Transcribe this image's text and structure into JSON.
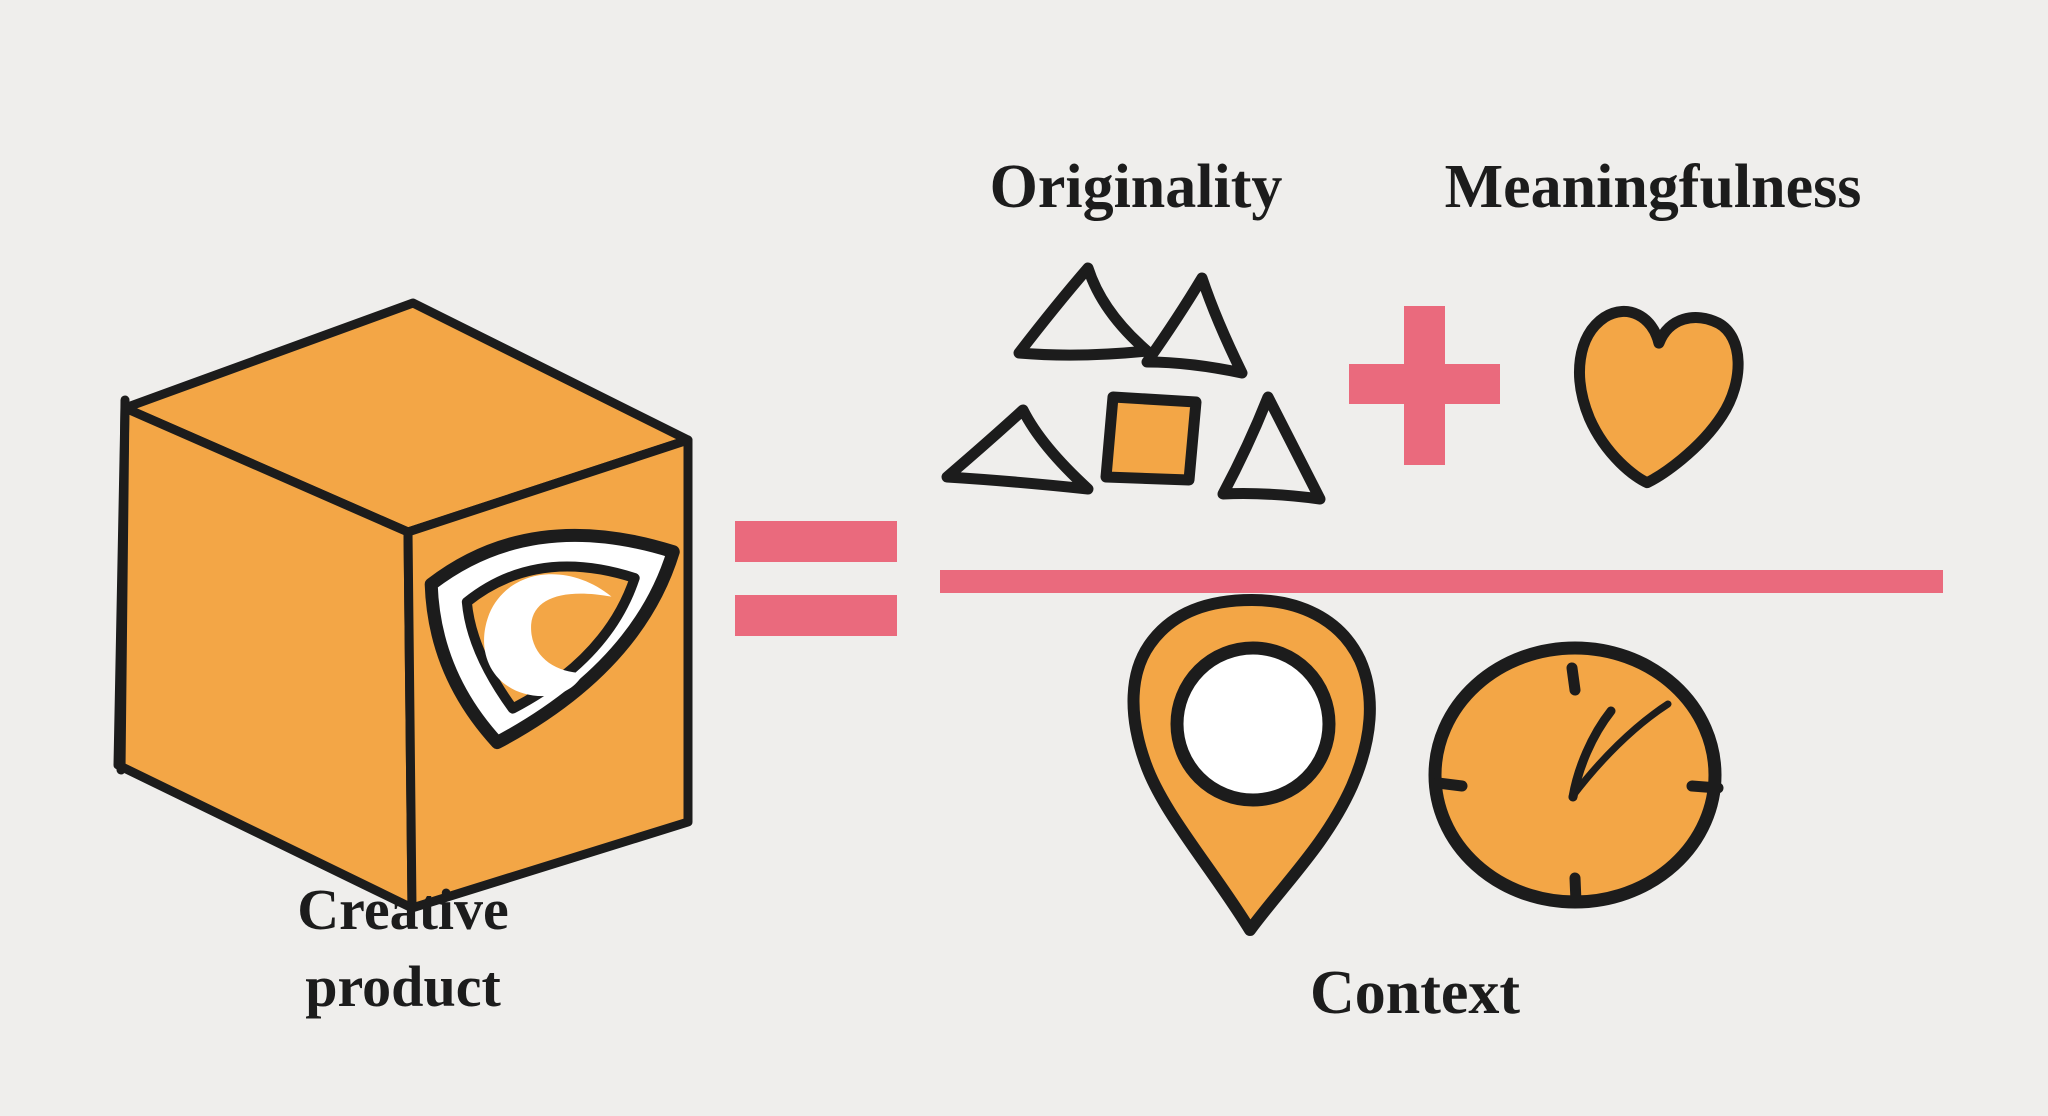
{
  "diagram": {
    "background_color": "#efeeec",
    "colors": {
      "orange": "#f3a646",
      "pink": "#ea6a7d",
      "ink": "#1c1c1c",
      "paper": "#efeeec",
      "white": "#ffffff"
    },
    "creative_product": {
      "label_line1": "Creative",
      "label_line2": "product",
      "icon": "cube-with-logo-icon"
    },
    "originality": {
      "label": "Originality",
      "icon": "scattered-triangles-and-square-icon"
    },
    "meaningfulness": {
      "label": "Meaningfulness",
      "icon": "heart-icon"
    },
    "context": {
      "label": "Context",
      "icons": [
        "location-pin-icon",
        "clock-icon"
      ]
    },
    "operators": {
      "equals_icon": "equals-sign",
      "plus_icon": "plus-sign",
      "divider_icon": "fraction-bar"
    }
  }
}
